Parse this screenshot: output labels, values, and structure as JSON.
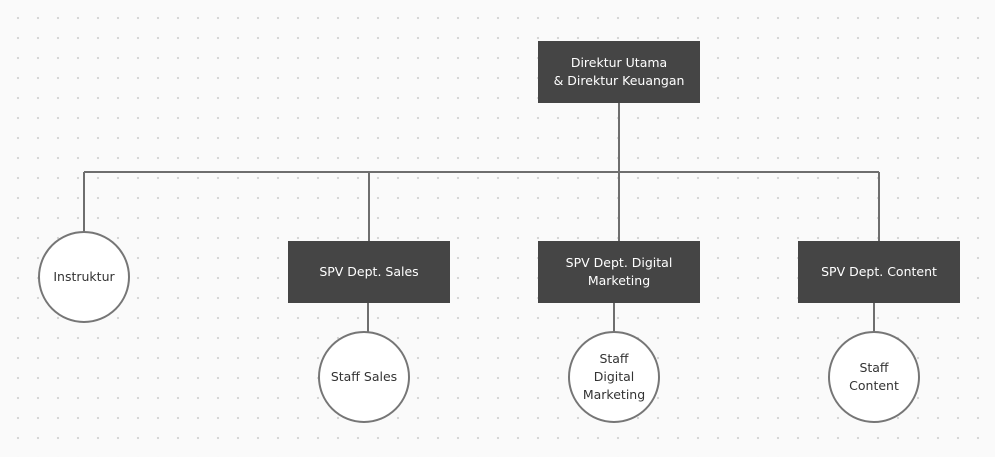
{
  "diagram": {
    "top": {
      "label": "Direktur Utama\n& Direktur Keuangan"
    },
    "instruktur": {
      "label": "Instruktur"
    },
    "spv_sales": {
      "label": "SPV Dept. Sales"
    },
    "spv_digital": {
      "label": "SPV Dept. Digital\nMarketing"
    },
    "spv_content": {
      "label": "SPV Dept. Content"
    },
    "staff_sales": {
      "label": "Staff Sales"
    },
    "staff_digital": {
      "label": "Staff\nDigital\nMarketing"
    },
    "staff_content": {
      "label": "Staff\nContent"
    }
  },
  "colors": {
    "box_fill": "#454545",
    "box_text": "#ffffff",
    "connector": "#6e6e6e",
    "circle_border": "#767676",
    "background": "#fafafa"
  }
}
